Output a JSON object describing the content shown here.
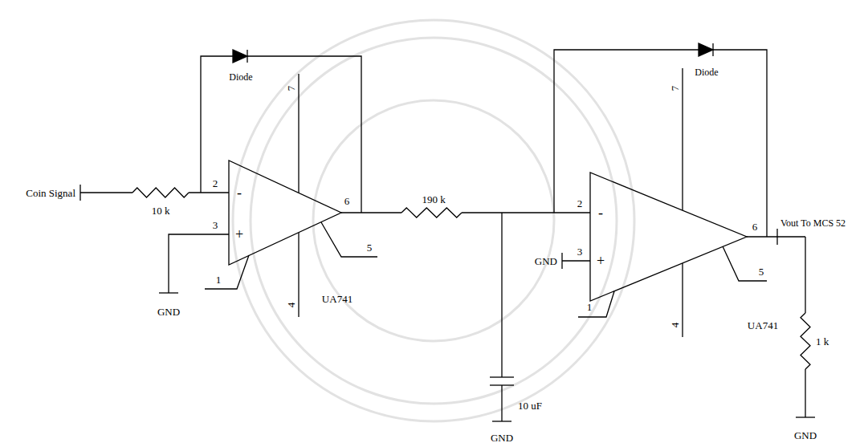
{
  "diagram": {
    "labels": [
      "Coin Signal",
      "10 k",
      "Diode",
      "2",
      "-",
      "3",
      "+",
      "6",
      "7",
      "5",
      "1",
      "4",
      "UA741",
      "GND",
      "190 k",
      "Diode",
      "2",
      "-",
      "GND",
      "3",
      "+",
      "7",
      "6",
      "5",
      "1",
      "4",
      "UA741",
      "Vout To MCS 52",
      "1 k",
      "10 uF",
      "GND",
      "GND"
    ]
  }
}
